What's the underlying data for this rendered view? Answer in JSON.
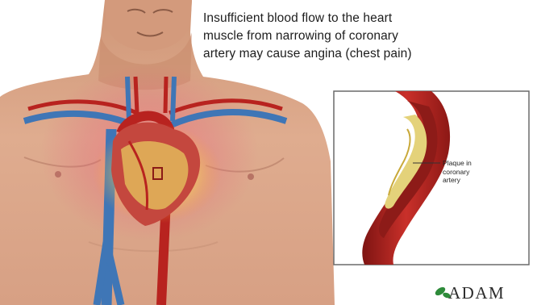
{
  "caption": {
    "lines": [
      "Insufficient blood flow to the heart",
      "muscle from narrowing of coronary",
      "artery may cause angina (chest pain)"
    ]
  },
  "inset": {
    "label_lines": [
      "Plaque in",
      "coronary",
      "artery"
    ]
  },
  "logo": {
    "text": "ADAM",
    "icon": "leaf-icon",
    "color": "#2e8b3a"
  },
  "colors": {
    "skin": "#d9a588",
    "artery": "#b8231f",
    "vein": "#3f76b6",
    "plaque": "#e4d27a",
    "glow": "#f4ff6a"
  }
}
